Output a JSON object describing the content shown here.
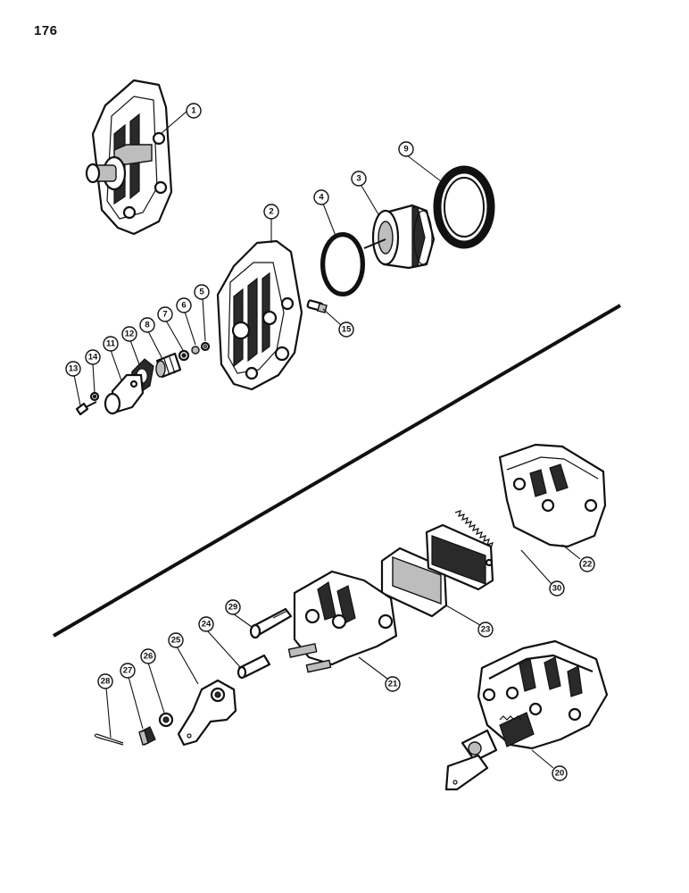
{
  "page_number": "176",
  "callouts": {
    "c1": "1",
    "c2": "2",
    "c3": "3",
    "c4": "4",
    "c5": "5",
    "c6": "6",
    "c7": "7",
    "c8": "8",
    "c9": "9",
    "c11": "11",
    "c12": "12",
    "c13": "13",
    "c14": "14",
    "c15": "15",
    "c20": "20",
    "c21": "21",
    "c22": "22",
    "c23": "23",
    "c24": "24",
    "c25": "25",
    "c26": "26",
    "c27": "27",
    "c28": "28",
    "c29": "29",
    "c30": "30"
  }
}
